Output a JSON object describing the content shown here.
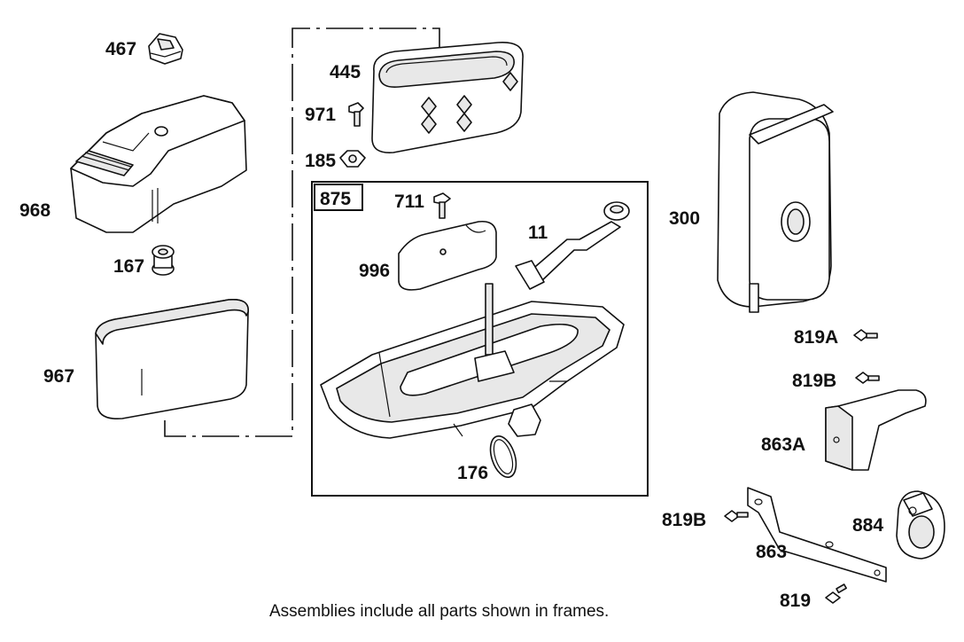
{
  "labels": {
    "p467": "467",
    "p968": "968",
    "p167": "167",
    "p967": "967",
    "p445": "445",
    "p971": "971",
    "p185": "185",
    "p875": "875",
    "p711": "711",
    "p11": "11",
    "p996": "996",
    "p176": "176",
    "p300": "300",
    "p819A": "819A",
    "p819B_top": "819B",
    "p863A": "863A",
    "p819B_bottom": "819B",
    "p863": "863",
    "p884": "884",
    "p819": "819"
  },
  "caption": "Assemblies include all parts shown in frames."
}
